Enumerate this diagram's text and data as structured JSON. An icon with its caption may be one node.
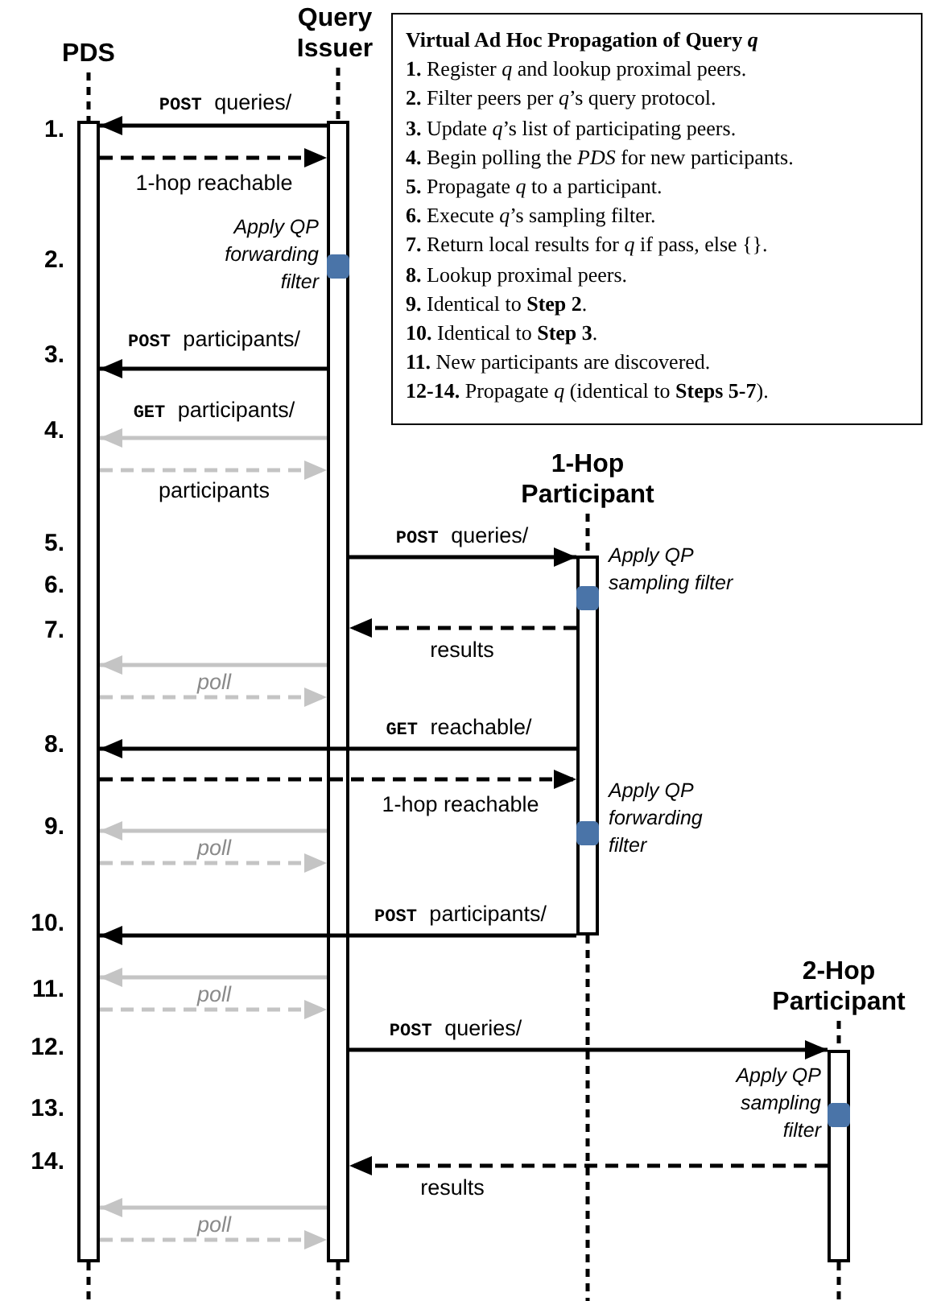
{
  "diagram": {
    "nodes": [
      {
        "text": [
          "PDS"
        ]
      },
      {
        "text": [],
        "shape": "bar"
      },
      {
        "text": [
          "Query Issuer"
        ]
      },
      {
        "text": [],
        "shape": "bar"
      },
      {
        "text": [
          "Virtual Ad Hoc Propagation of Query *q*",
          "**1.** Register *q* and lookup proximal peers.",
          "**2.** Filter peers per *q*’s query protocol.",
          "**3.** Update *q*’s list of participating peers.",
          "**4.** Begin polling the *PDS* for new participants.",
          "**5.** Propagate *q* to a participant.",
          "**6.** Execute *q*’s sampling filter.",
          "**7.** Return local results for *q* if pass, else {}.",
          "**8.** Lookup proximal peers.",
          "**9.** Identical to **Step 2**.",
          "**10.** Identical to **Step 3**.",
          "**11.** New participants are discovered.",
          "**12-14.** Propagate *q* (identical to **Steps 5-7**)."
        ]
      },
      {
        "text": [],
        "shape": "box",
        "beside": [
          "Apply QP forwarding filter"
        ],
        "in": 3
      },
      {
        "text": [
          "1-Hop Participant"
        ]
      },
      {
        "text": [],
        "shape": "bar"
      },
      {
        "text": [],
        "shape": "box",
        "beside": [
          "Apply QP sampling filter"
        ],
        "in": 7
      },
      {
        "text": [],
        "shape": "box",
        "beside": [
          "Apply QP forwarding filter"
        ],
        "in": 7
      },
      {
        "text": [
          "2-Hop Participant"
        ]
      },
      {
        "text": [],
        "shape": "bar"
      },
      {
        "text": [],
        "shape": "box",
        "beside": [
          "Apply QP sampling filter"
        ],
        "in": 11
      }
    ],
    "edges": [
      {
        "from": 0,
        "to": 1,
        "arrow": "none",
        "style": "dashed"
      },
      {
        "from": 2,
        "to": 3,
        "arrow": "none",
        "style": "dashed"
      },
      {
        "from": 6,
        "to": 7,
        "arrow": "none",
        "style": "dashed"
      },
      {
        "from": 10,
        "to": 11,
        "arrow": "none",
        "style": "dashed"
      },
      {
        "from": 3,
        "to": 1,
        "arrow": "to",
        "label": "**POST** queries/"
      },
      {
        "from": 1,
        "to": 3,
        "arrow": "to",
        "label": "1-hop reachable",
        "style": "dashed"
      },
      {
        "from": 3,
        "to": 1,
        "arrow": "to",
        "label": "**POST** participants/"
      },
      {
        "from": 3,
        "to": 1,
        "arrow": "to",
        "label": "**GET** participants/",
        "color": "#c4c4c4"
      },
      {
        "from": 1,
        "to": 3,
        "arrow": "to",
        "label": "participants",
        "style": "dashed",
        "color": "#c4c4c4"
      },
      {
        "from": 3,
        "to": 7,
        "arrow": "to",
        "label": "**POST** queries/"
      },
      {
        "from": 7,
        "to": 3,
        "arrow": "to",
        "label": "results",
        "style": "dashed"
      },
      {
        "from": 3,
        "to": 1,
        "arrow": "to",
        "color": "#c4c4c4"
      },
      {
        "from": 1,
        "to": 3,
        "arrow": "to",
        "label": "poll",
        "style": "dashed",
        "color": "#c4c4c4"
      },
      {
        "from": 7,
        "to": 1,
        "arrow": "to",
        "label": "**GET** reachable/"
      },
      {
        "from": 1,
        "to": 7,
        "arrow": "to",
        "label": "1-hop reachable",
        "style": "dashed"
      },
      {
        "from": 3,
        "to": 1,
        "arrow": "to",
        "color": "#c4c4c4"
      },
      {
        "from": 1,
        "to": 3,
        "arrow": "to",
        "label": "poll",
        "style": "dashed",
        "color": "#c4c4c4"
      },
      {
        "from": 7,
        "to": 1,
        "arrow": "to",
        "label": "**POST** participants/"
      },
      {
        "from": 3,
        "to": 1,
        "arrow": "to",
        "color": "#c4c4c4"
      },
      {
        "from": 1,
        "to": 3,
        "arrow": "to",
        "label": "poll",
        "style": "dashed",
        "color": "#c4c4c4"
      },
      {
        "from": 3,
        "to": 11,
        "arrow": "to",
        "label": "**POST** queries/"
      },
      {
        "from": 11,
        "to": 3,
        "arrow": "to",
        "label": "results",
        "style": "dashed"
      },
      {
        "from": 3,
        "to": 1,
        "arrow": "to",
        "color": "#c4c4c4"
      },
      {
        "from": 1,
        "to": 3,
        "arrow": "to",
        "label": "poll",
        "style": "dashed",
        "color": "#c4c4c4"
      }
    ],
    "labels": [
      "1.",
      "2.",
      "3.",
      "4.",
      "5.",
      "6.",
      "7.",
      "8.",
      "9.",
      "10.",
      "11.",
      "12.",
      "13.",
      "14."
    ]
  }
}
